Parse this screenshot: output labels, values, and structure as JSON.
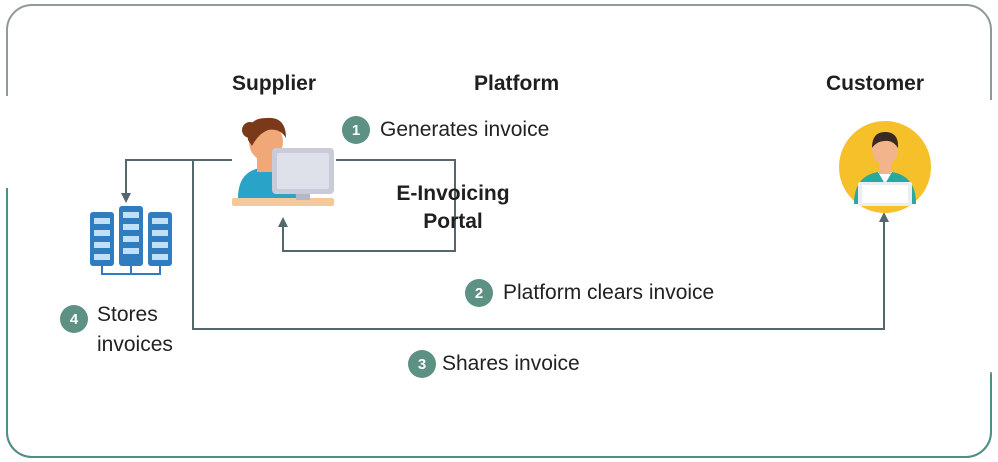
{
  "headings": {
    "supplier": "Supplier",
    "platform": "Platform",
    "customer": "Customer"
  },
  "portal": {
    "line1": "E-Invoicing",
    "line2": "Portal"
  },
  "steps": [
    {
      "number": "1",
      "label": "Generates invoice"
    },
    {
      "number": "2",
      "label": "Platform clears invoice"
    },
    {
      "number": "3",
      "label": "Shares invoice"
    },
    {
      "number": "4",
      "label_line1": "Stores",
      "label_line2": "invoices"
    }
  ],
  "icons": {
    "supplier": "person-at-computer-icon",
    "customer": "customer-avatar-icon",
    "storage": "server-rack-icon"
  },
  "colors": {
    "accent": "#5c9184",
    "line": "#54676c",
    "server": "#2f7dc0",
    "customer_bg": "#f6c02a",
    "frame": "#8f9a97"
  }
}
